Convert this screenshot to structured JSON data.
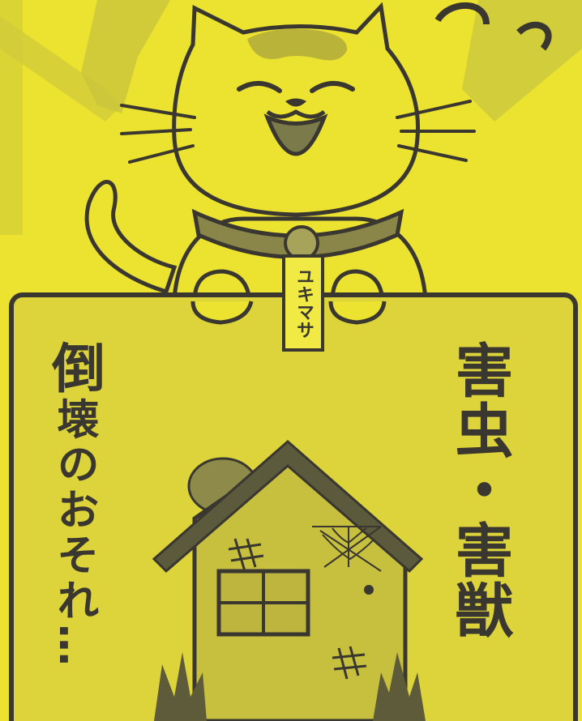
{
  "sign": {
    "left_vertical_text_head": "倒",
    "left_vertical_text_rest": "壊のおそれ…",
    "right_vertical_text": "害虫・害獣"
  },
  "cat": {
    "name_tag": "ユキマサ"
  },
  "colors": {
    "background": "#ebe32f",
    "ink": "#3a3630",
    "board": "#dcd43a",
    "shade": "#b9b33a"
  }
}
